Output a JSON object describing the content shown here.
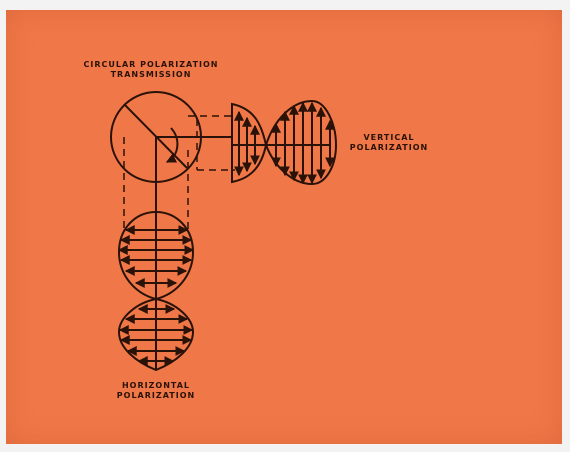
{
  "labels": {
    "circular_line1": "CIRCULAR POLARIZATION",
    "circular_line2": "TRANSMISSION",
    "vertical_line1": "VERTICAL",
    "vertical_line2": "POLARIZATION",
    "horizontal_line1": "HORIZONTAL",
    "horizontal_line2": "POLARIZATION"
  },
  "colors": {
    "background": "#f07848",
    "ink": "#2a1208",
    "page": "#f3f3f3"
  }
}
